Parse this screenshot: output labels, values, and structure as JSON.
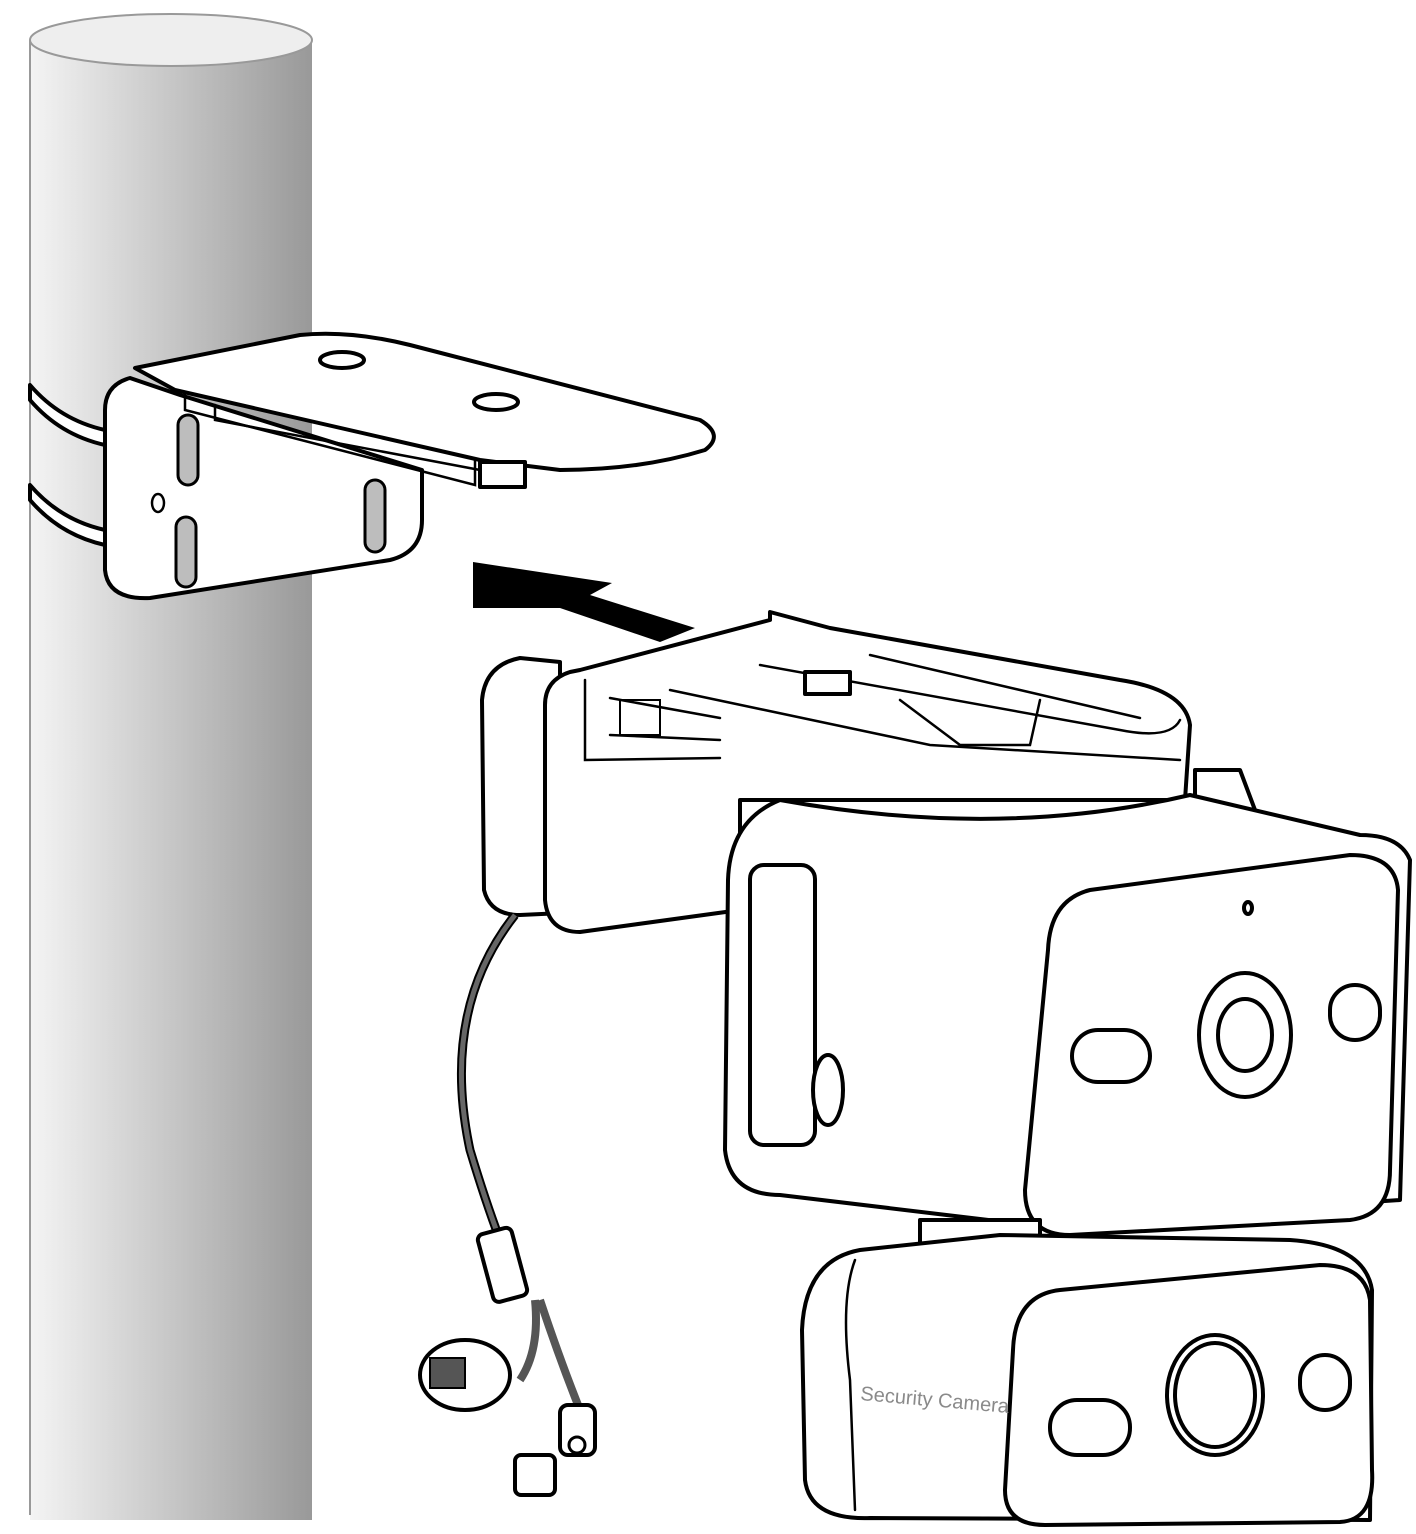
{
  "illustration": {
    "product_label": "Security Camera",
    "icons": [
      "pole",
      "wall-mount-bracket",
      "arrow-up-left",
      "camera-mount-base",
      "security-camera",
      "ethernet-cable",
      "dc-power-connector"
    ],
    "colors": {
      "line": "#000000",
      "pole_light": "#f2f2f2",
      "pole_dark": "#9a9a9a",
      "slot_fill": "#bdbdbd",
      "cable": "#666666",
      "label": "#8a8a8a"
    }
  }
}
